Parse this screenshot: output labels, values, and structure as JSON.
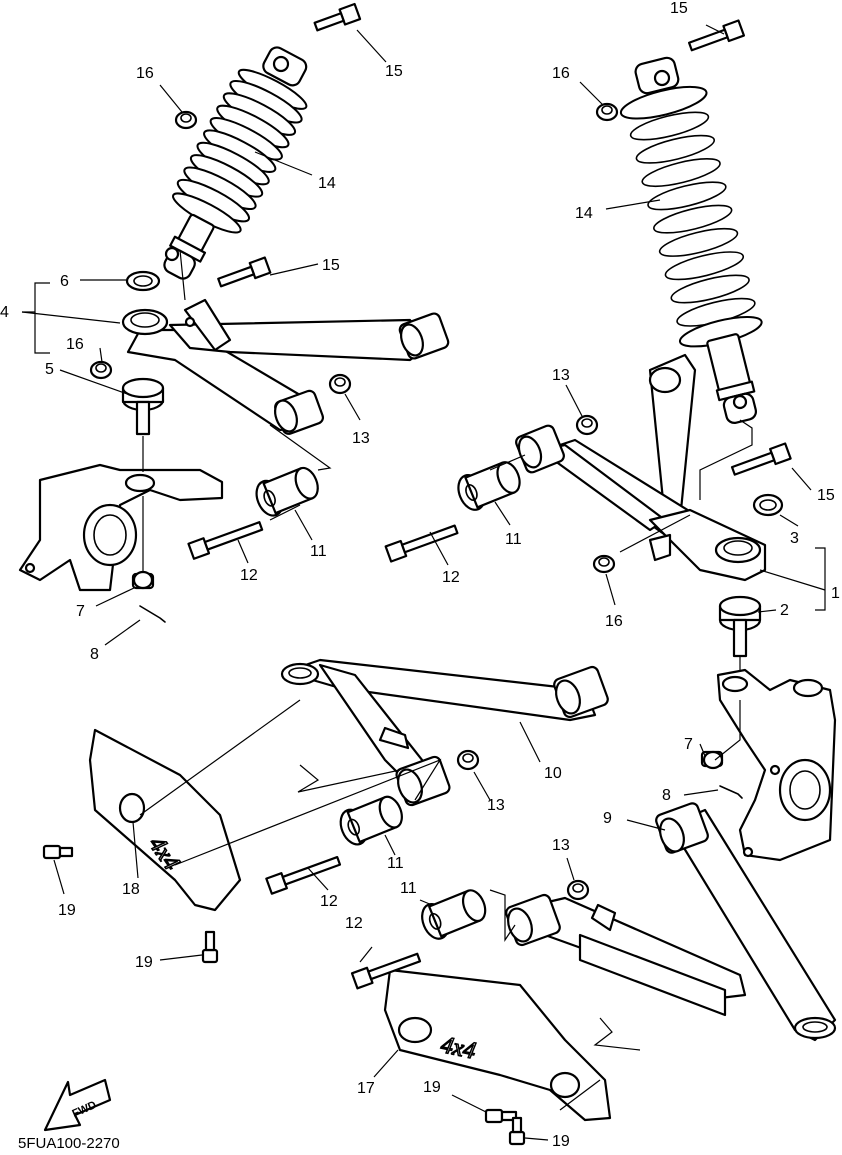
{
  "drawing_code": "5FUA100-2270",
  "fwd_arrow_text": "FWD",
  "decal_text": "4x4",
  "callouts": {
    "c1": "1",
    "c2": "2",
    "c3": "3",
    "c4": "4",
    "c5": "5",
    "c6": "6",
    "c7a": "7",
    "c7b": "7",
    "c8a": "8",
    "c8b": "8",
    "c9": "9",
    "c10": "10",
    "c11a": "11",
    "c11b": "11",
    "c11c": "11",
    "c11d": "11",
    "c12a": "12",
    "c12b": "12",
    "c12c": "12",
    "c12d": "12",
    "c13a": "13",
    "c13b": "13",
    "c13c": "13",
    "c13d": "13",
    "c14a": "14",
    "c14b": "14",
    "c15a": "15",
    "c15b": "15",
    "c15c": "15",
    "c15d": "15",
    "c16a": "16",
    "c16b": "16",
    "c16c": "16",
    "c16d": "16",
    "c17": "17",
    "c18": "18",
    "c19a": "19",
    "c19b": "19",
    "c19c": "19",
    "c19d": "19"
  }
}
